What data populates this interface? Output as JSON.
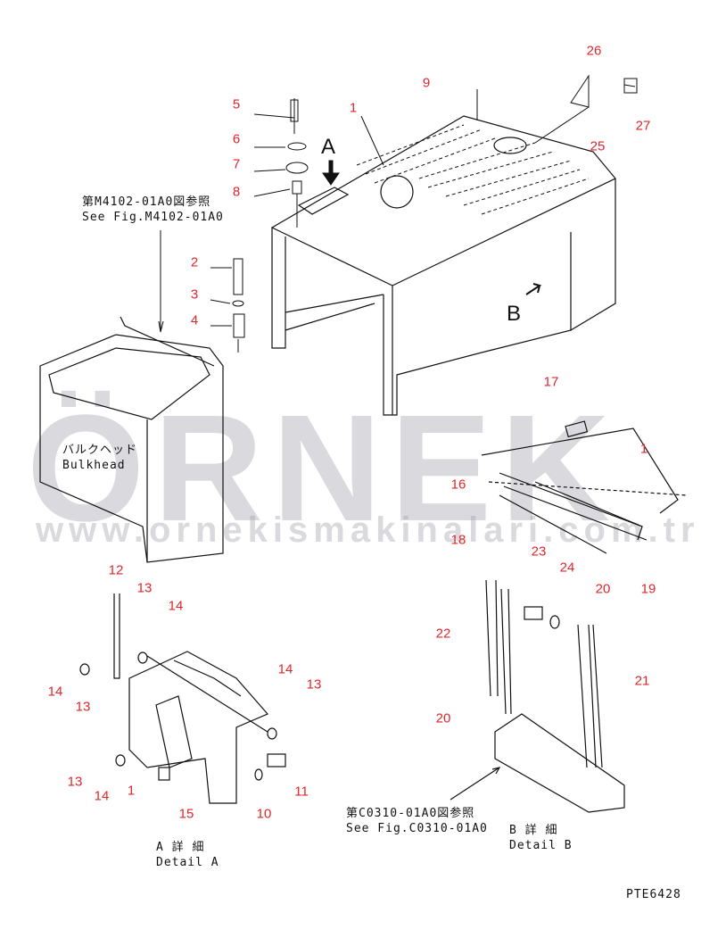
{
  "watermark": {
    "brand": "ÖRNEK",
    "url": "www.ornekismakinalari.com.tr"
  },
  "refs": {
    "top": {
      "jp": "第M4102-01A0図参照",
      "en": "See Fig.M4102-01A0"
    },
    "bottom": {
      "jp": "第C0310-01A0図参照",
      "en": "See Fig.C0310-01A0"
    }
  },
  "bulkhead": {
    "jp": "バルクヘッド",
    "en": "Bulkhead"
  },
  "detail_a": {
    "jp": "A 詳 細",
    "en": "Detail A"
  },
  "detail_b": {
    "jp": "B 詳 細",
    "en": "Detail B"
  },
  "view_a": "A",
  "view_b": "B",
  "drawing_code": "PTE6428",
  "callouts": [
    "26",
    "9",
    "27",
    "25",
    "1",
    "5",
    "6",
    "7",
    "8",
    "2",
    "3",
    "4",
    "17",
    "1",
    "16",
    "18",
    "23",
    "24",
    "19",
    "20",
    "22",
    "21",
    "20",
    "12",
    "13",
    "14",
    "14",
    "13",
    "14",
    "13",
    "13",
    "14",
    "1",
    "15",
    "10",
    "11"
  ],
  "colors": {
    "callout": "#e0262b",
    "line": "#111111"
  }
}
